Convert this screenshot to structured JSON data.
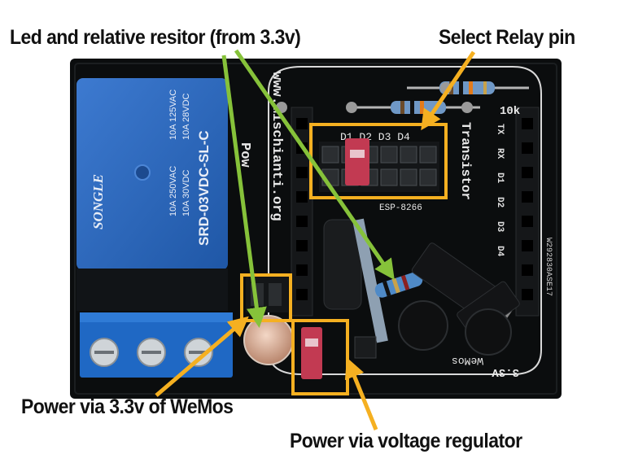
{
  "annotations": {
    "led_resistor": "Led and relative resitor (from 3.3v)",
    "select_relay_pin": "Select Relay pin",
    "power_33v": "Power via 3.3v of WeMos",
    "power_regulator": "Power via voltage regulator"
  },
  "relay": {
    "brand": "SONGLE",
    "model": "SRD-03VDC-SL-C",
    "rating_1": "10A 250VAC",
    "rating_2": "10A 125VAC",
    "rating_3": "10A 30VDC",
    "rating_4": "10A 28VDC"
  },
  "pcb": {
    "site": "www.mischianti.org",
    "power_label": "Pow",
    "transistor_label": "Transistor",
    "module_label": "ESP-8266",
    "resistor_label": "10k",
    "pin_row_top": "D1 D2 D3 D4",
    "header_pins": [
      "TX",
      "RX",
      "D1",
      "D2",
      "D3",
      "D4"
    ],
    "regulator_label": "3.3V",
    "bottom_label": "WeMos",
    "serial": "W292830ASE17"
  },
  "colors": {
    "annotation_box": "#f5b021",
    "arrow_green": "#86c23a",
    "arrow_yellow": "#f5b021",
    "pcb": "#0b0d0e",
    "relay": "#2c67b7",
    "terminal": "#1f68c4",
    "jumper": "#c23a52"
  }
}
